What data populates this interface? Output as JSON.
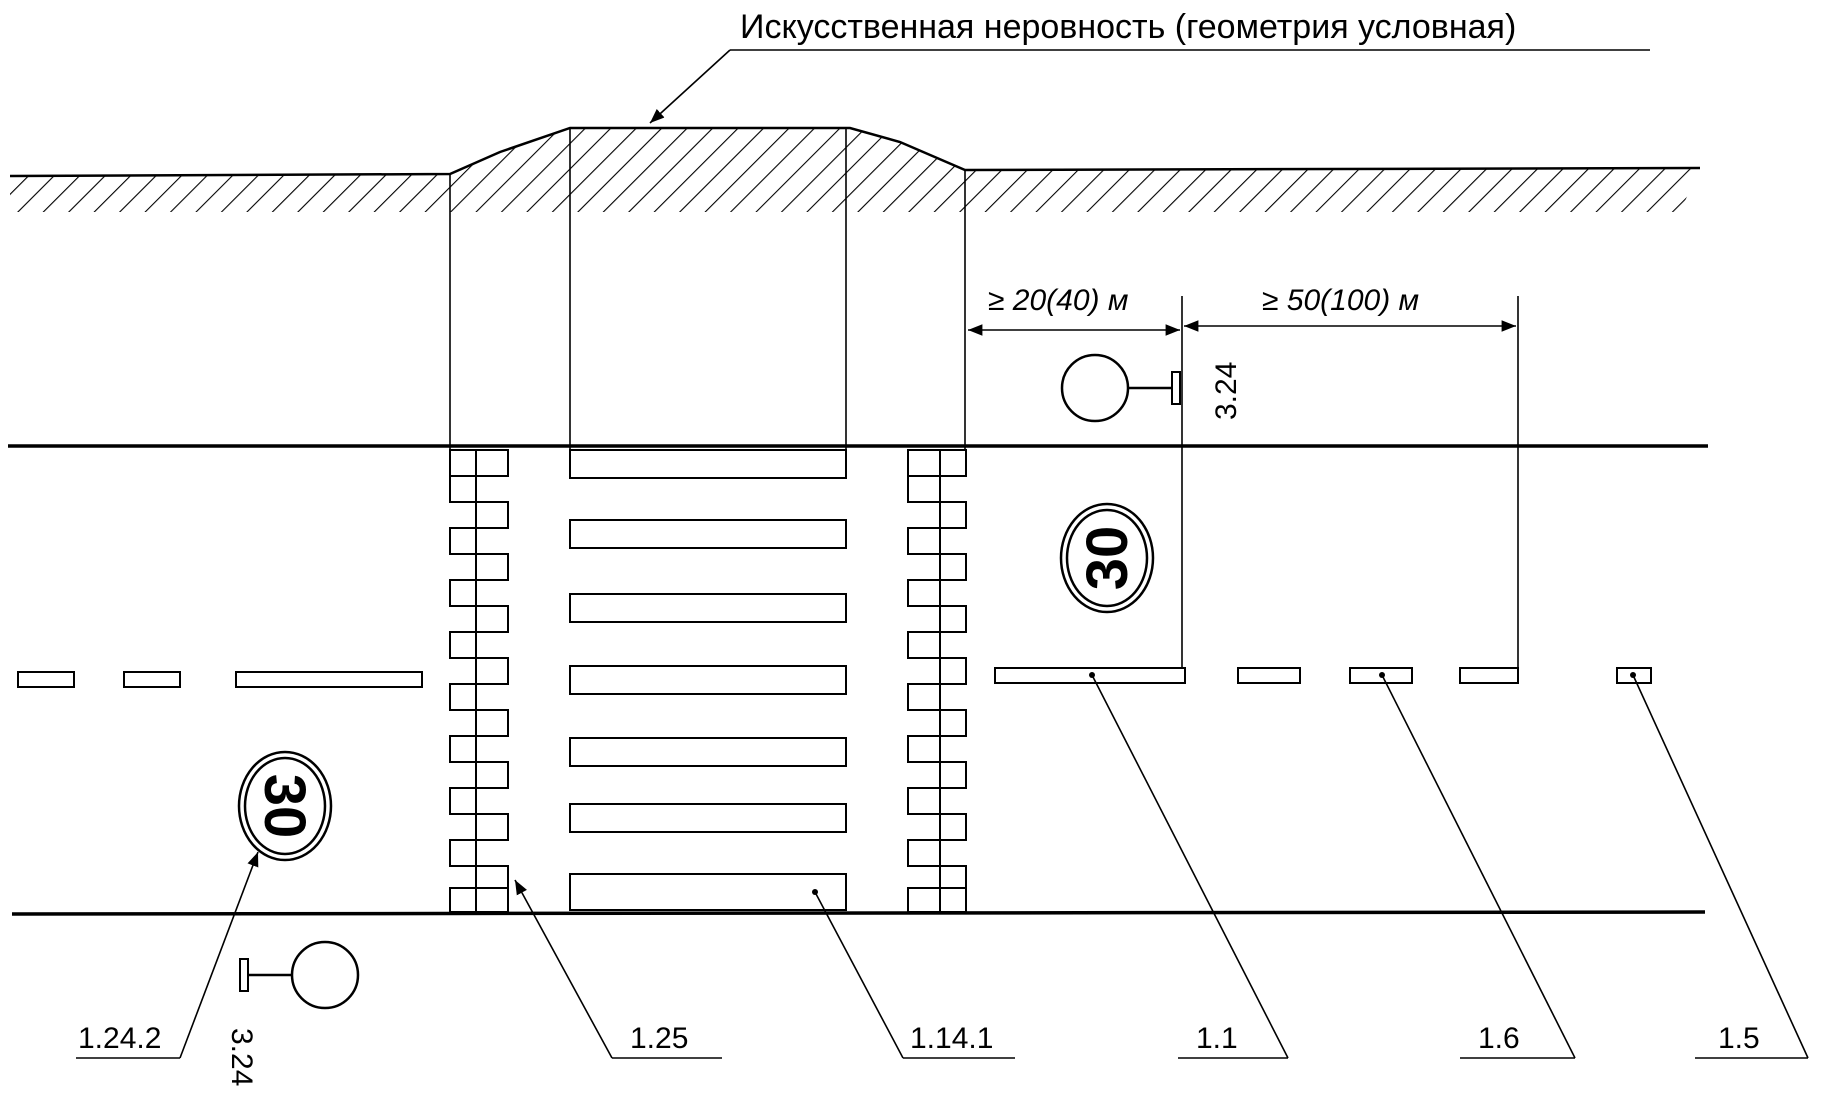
{
  "title": "Искусственная неровность (геометрия условная)",
  "dimensions": {
    "near": "≥ 20(40) м",
    "far": "≥ 50(100) м"
  },
  "speed_limit": "30",
  "labels": {
    "sign_324_top": "3.24",
    "sign_324_bottom": "3.24",
    "marking_1_24_2": "1.24.2",
    "marking_1_25": "1.25",
    "marking_1_14_1": "1.14.1",
    "marking_1_1": "1.1",
    "marking_1_6": "1.6",
    "marking_1_5": "1.5"
  }
}
